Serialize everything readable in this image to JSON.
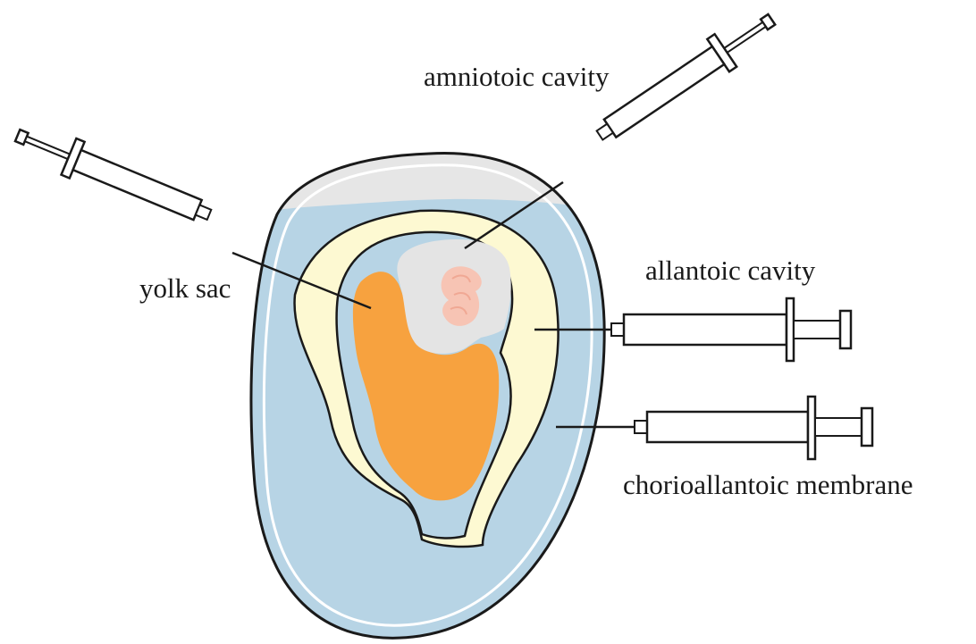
{
  "labels": {
    "amniotic": "amniotoic cavity",
    "yolk": "yolk sac",
    "allantoic": "allantoic cavity",
    "chorio": "chorioallantoic membrane"
  },
  "colors": {
    "shell_outline": "#1a1a1a",
    "air_cell": "#e6e6e6",
    "albumen_fluid": "#b7d4e5",
    "allantois_membrane": "#fdf9d2",
    "amnion_fluid": "#b7d4e5",
    "yolk": "#f7a23f",
    "amniotic_sac": "#e4e4e4",
    "embryo": "#f7c4b4",
    "syringe": "#ffffff"
  },
  "icons": {
    "syringe": "syringe-icon",
    "needle": "needle-icon"
  }
}
